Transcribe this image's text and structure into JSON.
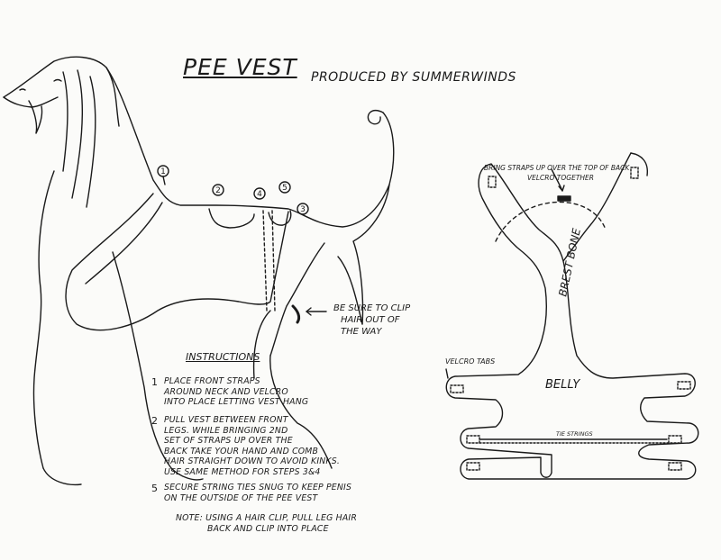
{
  "title": "Pee Vest",
  "byline": "Produced by Summerwinds",
  "markers": [
    "1",
    "2",
    "4",
    "5",
    "3"
  ],
  "callout": [
    "Be sure to clip",
    "hair out of",
    "the way"
  ],
  "instructions": {
    "heading": "Instructions",
    "steps": [
      {
        "num": "1",
        "lines": [
          "Place front straps",
          "around neck and velcro",
          "into place letting vest hang"
        ]
      },
      {
        "num": "2",
        "lines": [
          "Pull vest between front",
          "legs. While bringing 2nd",
          "set of straps up over the",
          "back take your hand and comb",
          "hair straight down to avoid kinks.",
          "Use same method for steps"
        ]
      },
      {
        "num": "5",
        "lines": [
          "Secure string ties snug to keep penis",
          "on the outside of the pee vest"
        ]
      }
    ],
    "step2_refs": [
      "3",
      "4"
    ],
    "note": [
      "Note: Using a hair clip, pull leg hair",
      "back and clip into place"
    ]
  },
  "pattern": {
    "top_note": [
      "Bring straps up over the top of back",
      "velcro together"
    ],
    "breast_bone": "Brest Bone",
    "belly": "Belly",
    "velcro_tabs": "Velcro Tabs",
    "tie_strings": "Tie Strings"
  }
}
